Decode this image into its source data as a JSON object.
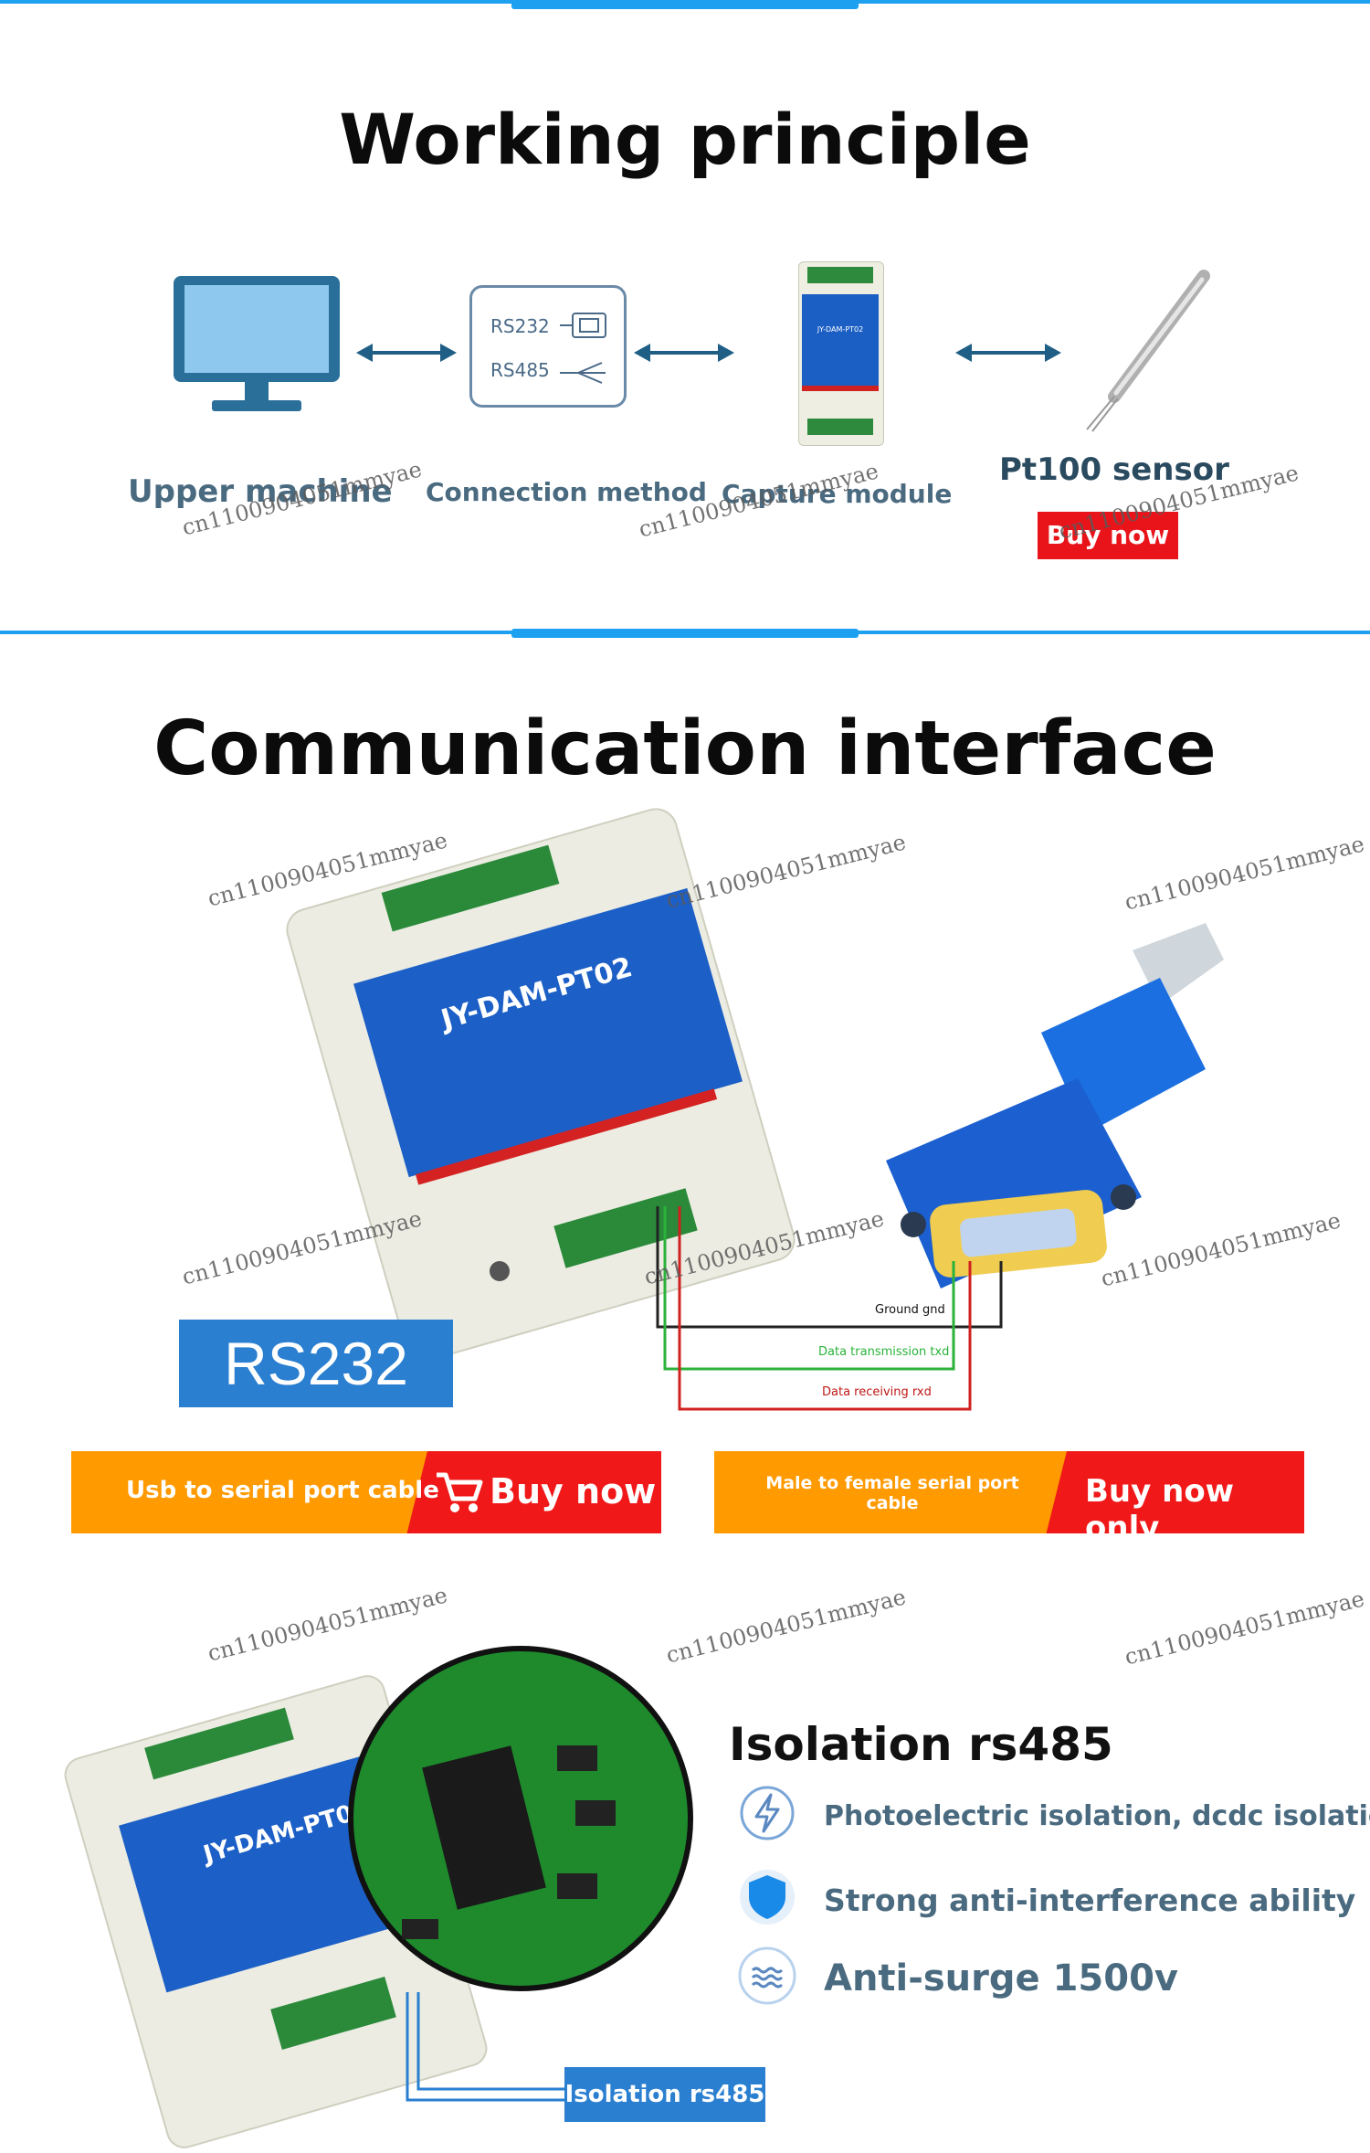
{
  "working": {
    "title": "Working principle",
    "steps": [
      {
        "label": "Upper machine",
        "icon": "monitor-icon"
      },
      {
        "label": "Connection method",
        "icon": "connector-icon",
        "lines": [
          "RS232",
          "RS485"
        ]
      },
      {
        "label": "Capture module",
        "icon": "module-icon",
        "device_text": "JY-DAM-PT02"
      },
      {
        "label": "Pt100 sensor",
        "icon": "sensor-icon"
      }
    ],
    "buy_label": "Buy now"
  },
  "comm": {
    "title": "Communication interface",
    "device_label": "JY-DAM-PT02",
    "rs232_badge": "RS232",
    "wires": {
      "ground": "Ground gnd",
      "txd": "Data transmission txd",
      "rxd": "Data receiving rxd"
    },
    "buttons": [
      {
        "left_text": "Usb to serial port cable",
        "right_text": "Buy now"
      },
      {
        "left_text": "Male to female serial port cable",
        "right_text": "Buy now only"
      }
    ]
  },
  "isolation": {
    "title": "Isolation rs485",
    "features": [
      {
        "text": "Photoelectric isolation, dcdc isolation",
        "icon": "lightning-icon"
      },
      {
        "text": "Strong anti-interference ability",
        "icon": "shield-icon"
      },
      {
        "text": "Anti-surge 1500v",
        "icon": "surge-icon"
      }
    ],
    "badge": "Isolation rs485"
  },
  "watermark": "cn1100904051mmyae",
  "colors": {
    "accent": "#1ea0f0",
    "orange": "#ff9a00",
    "red": "#f01010",
    "blue_badge": "#2a7fd0"
  }
}
